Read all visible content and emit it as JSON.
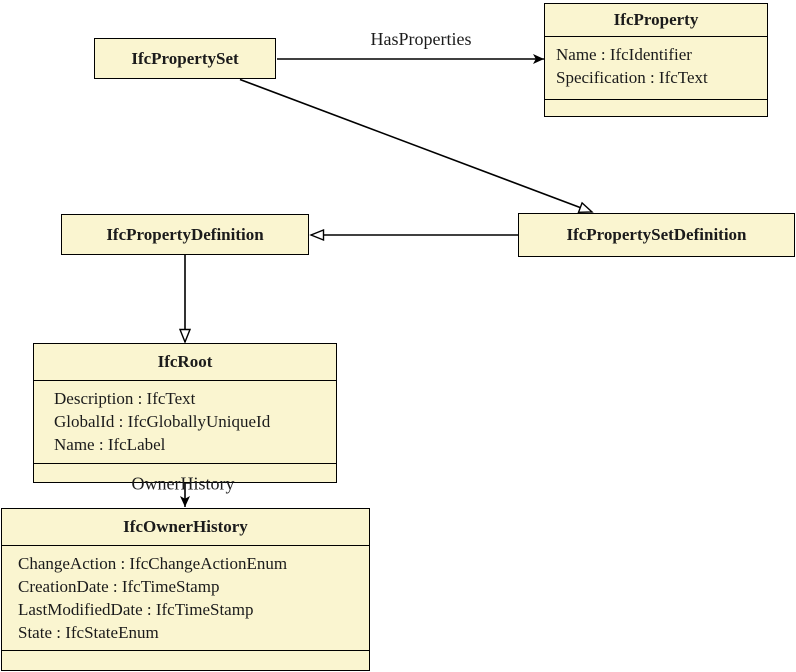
{
  "colors": {
    "box_fill": "#FAF5D0",
    "box_border": "#000000",
    "line": "#000000",
    "text": "#1b1b1b"
  },
  "classes": {
    "ifc_property_set": {
      "name": "IfcPropertySet",
      "attributes": []
    },
    "ifc_property": {
      "name": "IfcProperty",
      "attributes": [
        "Name : IfcIdentifier",
        "Specification : IfcText"
      ]
    },
    "ifc_property_definition": {
      "name": "IfcPropertyDefinition",
      "attributes": []
    },
    "ifc_property_set_definition": {
      "name": "IfcPropertySetDefinition",
      "attributes": []
    },
    "ifc_root": {
      "name": "IfcRoot",
      "attributes": [
        "Description : IfcText",
        "GlobalId : IfcGloballyUniqueId",
        "Name : IfcLabel"
      ]
    },
    "ifc_owner_history": {
      "name": "IfcOwnerHistory",
      "attributes": [
        "ChangeAction : IfcChangeActionEnum",
        "CreationDate : IfcTimeStamp",
        "LastModifiedDate : IfcTimeStamp",
        "State : IfcStateEnum"
      ]
    }
  },
  "edges": {
    "has_properties": {
      "label": "HasProperties",
      "from": "IfcPropertySet",
      "to": "IfcProperty",
      "type": "association"
    },
    "propertyset_inherits_propertysetdefinition": {
      "label": "",
      "from": "IfcPropertySet",
      "to": "IfcPropertySetDefinition",
      "type": "inheritance"
    },
    "propertysetdefinition_inherits_propertydefinition": {
      "label": "",
      "from": "IfcPropertySetDefinition",
      "to": "IfcPropertyDefinition",
      "type": "inheritance"
    },
    "propertydefinition_inherits_root": {
      "label": "",
      "from": "IfcPropertyDefinition",
      "to": "IfcRoot",
      "type": "inheritance"
    },
    "owner_history": {
      "label": "OwnerHistory",
      "from": "IfcRoot",
      "to": "IfcOwnerHistory",
      "type": "association"
    }
  }
}
